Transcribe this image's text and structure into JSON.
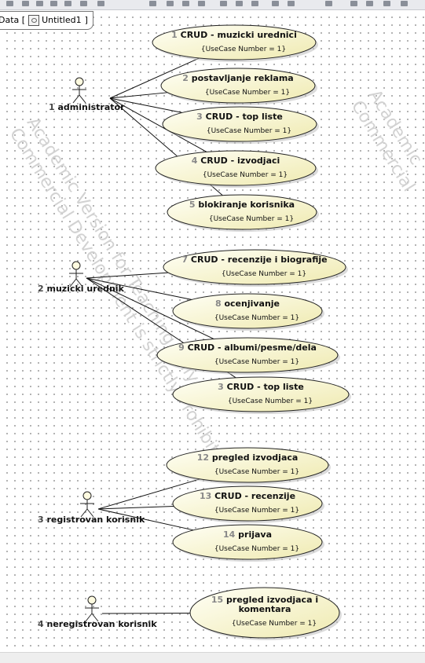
{
  "tab": {
    "prefix": "Data [",
    "name": "Untitled1",
    "suffix": "]"
  },
  "watermark": {
    "line1": "Academic Version for Teaching Only",
    "line2": "Commercial Development is strictly Prohibited",
    "right1": "Academic",
    "right2": "Commercial"
  },
  "actors": [
    {
      "id": "a1",
      "num": "1",
      "name": "administrator"
    },
    {
      "id": "a2",
      "num": "2",
      "name": "muzicki urednik"
    },
    {
      "id": "a3",
      "num": "3",
      "name": "registrovan korisnik"
    },
    {
      "id": "a4",
      "num": "4",
      "name": "neregistrovan korisnik"
    }
  ],
  "usecases": [
    {
      "id": "u1",
      "num": "1",
      "name": "CRUD - muzicki urednici",
      "tag": "{UseCase Number = 1}"
    },
    {
      "id": "u2",
      "num": "2",
      "name": "postavljanje reklama",
      "tag": "{UseCase Number = 1}"
    },
    {
      "id": "u3",
      "num": "3",
      "name": "CRUD - top liste",
      "tag": "{UseCase Number = 1}"
    },
    {
      "id": "u4",
      "num": "4",
      "name": "CRUD - izvodjaci",
      "tag": "{UseCase Number = 1}"
    },
    {
      "id": "u5",
      "num": "5",
      "name": "blokiranje korisnika",
      "tag": "{UseCase Number = 1}"
    },
    {
      "id": "u7",
      "num": "7",
      "name": "CRUD - recenzije i biografije",
      "tag": "{UseCase Number = 1}"
    },
    {
      "id": "u8",
      "num": "8",
      "name": "ocenjivanje",
      "tag": "{UseCase Number = 1}"
    },
    {
      "id": "u9",
      "num": "9",
      "name": "CRUD - albumi/pesme/dela",
      "tag": "{UseCase Number = 1}"
    },
    {
      "id": "u3b",
      "num": "3",
      "name": "CRUD - top liste",
      "tag": "{UseCase Number = 1}"
    },
    {
      "id": "u12",
      "num": "12",
      "name": "pregled izvodjaca",
      "tag": "{UseCase Number = 1}"
    },
    {
      "id": "u13",
      "num": "13",
      "name": "CRUD - recenzije",
      "tag": "{UseCase Number = 1}"
    },
    {
      "id": "u14",
      "num": "14",
      "name": "prijava",
      "tag": "{UseCase Number = 1}"
    },
    {
      "id": "u15",
      "num": "15",
      "name": "pregled izvodjaca i",
      "name2": "komentara",
      "tag": "{UseCase Number = 1}"
    }
  ],
  "associations": [
    [
      "a1",
      "u1"
    ],
    [
      "a1",
      "u2"
    ],
    [
      "a1",
      "u3"
    ],
    [
      "a1",
      "u4"
    ],
    [
      "a1",
      "u5"
    ],
    [
      "a2",
      "u7"
    ],
    [
      "a2",
      "u8"
    ],
    [
      "a2",
      "u9"
    ],
    [
      "a2",
      "u3b"
    ],
    [
      "a3",
      "u12"
    ],
    [
      "a3",
      "u13"
    ],
    [
      "a3",
      "u14"
    ],
    [
      "a4",
      "u15"
    ]
  ],
  "colors": {
    "ellipse_light": "#fffff4",
    "ellipse_dark": "#f2efb8",
    "ellipse_stroke": "#222222",
    "number": "#888888"
  }
}
